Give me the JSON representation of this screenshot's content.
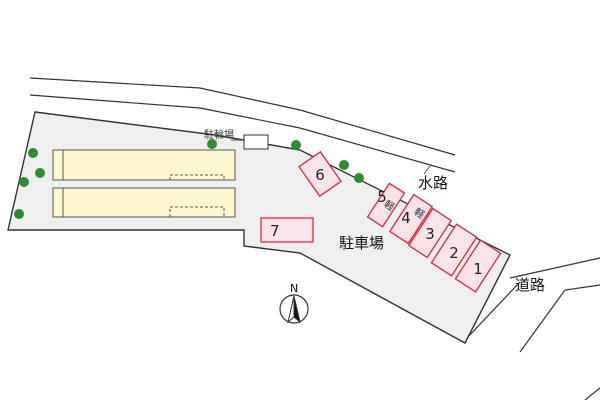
{
  "labels": {
    "waterway": "水路",
    "road": "道路",
    "parking": "駐車場",
    "bicycle_parking": "駐輪場",
    "north": "N"
  },
  "parking_spaces": [
    "1",
    "2",
    "3",
    "4",
    "5",
    "6",
    "7"
  ],
  "light_vehicle_tag": "軽",
  "colors": {
    "site_fill": "#efefef",
    "building_fill": "#fdf6cf",
    "parking_fill": "#fbe3ea",
    "parking_stroke": "#e0283b",
    "tree": "#2e8b2e"
  }
}
